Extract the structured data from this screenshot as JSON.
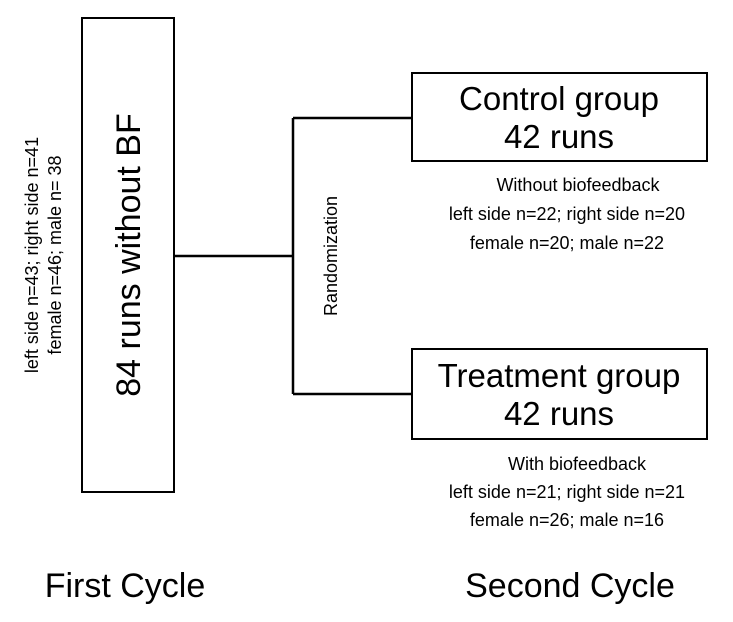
{
  "first_box": {
    "label": "84 runs without BF",
    "details": [
      "left side n=43; right side n=41",
      "female n=46; male n= 38"
    ]
  },
  "randomization_label": "Randomization",
  "control_box": {
    "title": "Control group",
    "runs": "42 runs",
    "details": [
      "Without biofeedback",
      "left side n=22; right side n=20",
      "female n=20; male n=22"
    ]
  },
  "treatment_box": {
    "title": "Treatment group",
    "runs": "42 runs",
    "details": [
      "With biofeedback",
      "left side n=21; right side n=21",
      "female n=26; male n=16"
    ]
  },
  "cycles": {
    "first": "First Cycle",
    "second": "Second Cycle"
  }
}
